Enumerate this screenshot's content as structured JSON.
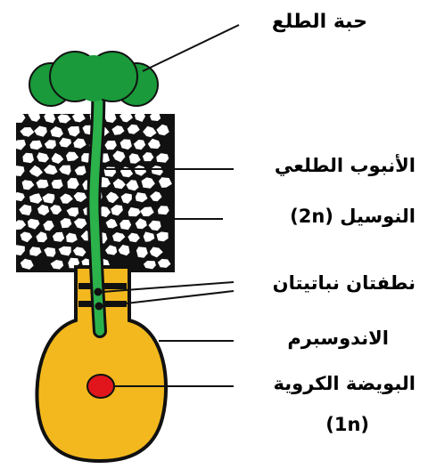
{
  "labels": {
    "pollen_grain": "حبة الطلع",
    "pollen_tube": "الأنبوب الطلعي",
    "nucellus": "النوسيل (2n)",
    "sperm_nuclei": "نطفتان نباتيتان",
    "endosperm": "الاندوسبرم",
    "egg_cell": "البويضة الكروية",
    "egg_ploidy": "(1n)"
  },
  "colors": {
    "pollen": "#1a9a3a",
    "tube": "#2bb24a",
    "endosperm": "#f2b81d",
    "egg": "#e0161c",
    "outline": "#111111",
    "nucellus_fill": "#ffffff"
  }
}
